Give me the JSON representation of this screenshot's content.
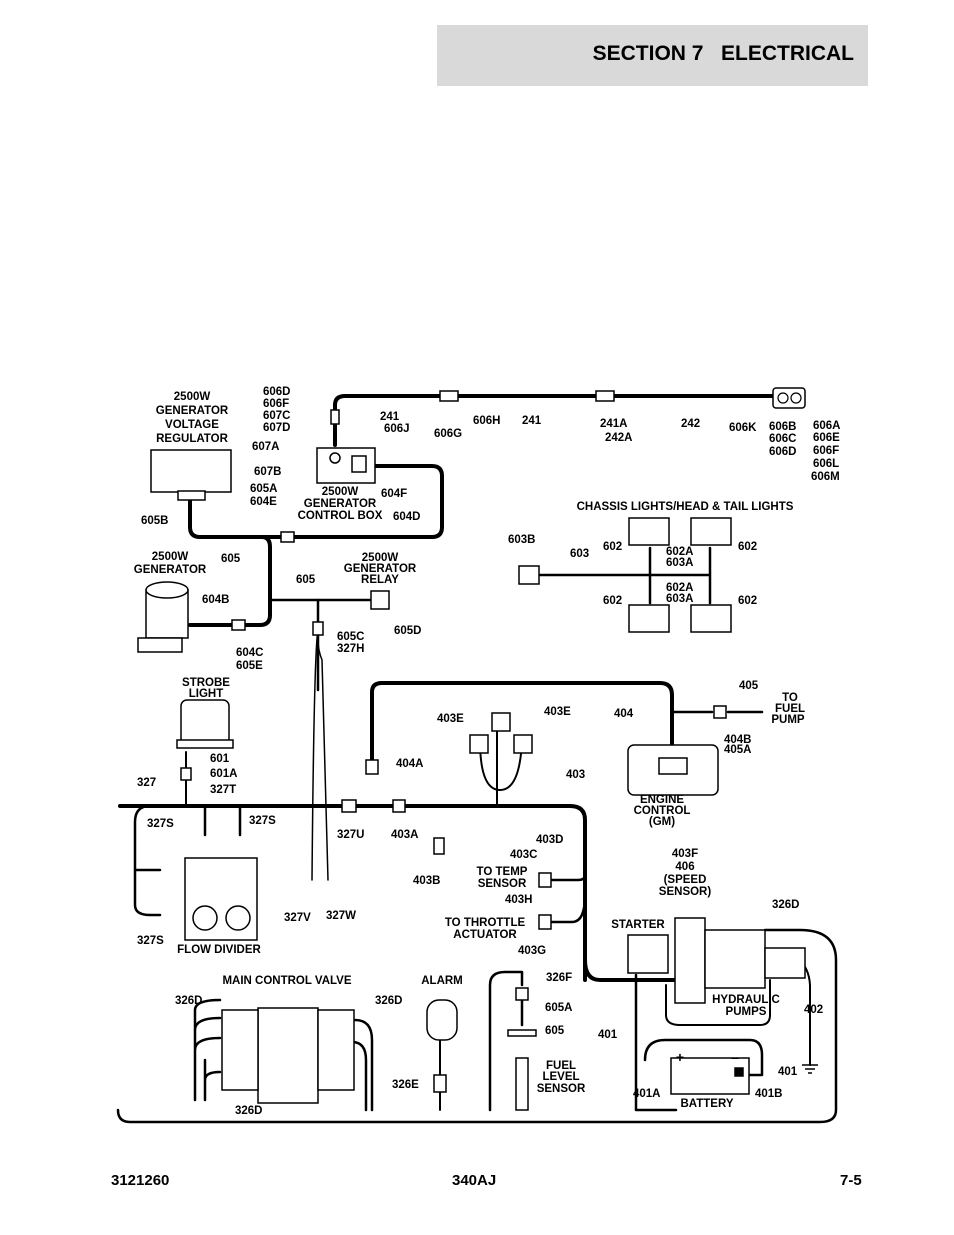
{
  "header": {
    "section": "SECTION 7",
    "title": "ELECTRICAL"
  },
  "footer": {
    "doc_number": "3121260",
    "model": "340AJ",
    "page": "7-5"
  },
  "labels": {
    "gen_voltage_regulator": [
      "2500W",
      "GENERATOR",
      "VOLTAGE",
      "REGULATOR"
    ],
    "gen_control_box": [
      "2500W",
      "GENERATOR",
      "CONTROL BOX"
    ],
    "generator": [
      "2500W",
      "GENERATOR"
    ],
    "gen_relay": [
      "2500W",
      "GENERATOR",
      "RELAY"
    ],
    "chassis_lights": "CHASSIS LIGHTS/HEAD & TAIL LIGHTS",
    "strobe_light": [
      "STROBE",
      "LIGHT"
    ],
    "engine_control": [
      "ENGINE",
      "CONTROL",
      "(GM)"
    ],
    "to_fuel_pump": [
      "TO",
      "FUEL",
      "PUMP"
    ],
    "to_temp_sensor": [
      "TO TEMP",
      "SENSOR"
    ],
    "to_throttle_actuator": [
      "TO THROTTLE",
      "ACTUATOR"
    ],
    "speed_sensor": [
      "403F",
      "406",
      "(SPEED",
      "SENSOR)"
    ],
    "flow_divider": "FLOW DIVIDER",
    "main_control_valve": "MAIN CONTROL VALVE",
    "alarm": "ALARM",
    "fuel_level_sensor": [
      "FUEL",
      "LEVEL",
      "SENSOR"
    ],
    "starter": "STARTER",
    "hydraulic_pumps": [
      "HYDRAULIC",
      "PUMPS"
    ],
    "battery": "BATTERY",
    "battery_plus": "+",
    "battery_minus": "–"
  },
  "wires": {
    "w606d": "606D",
    "w606f": "606F",
    "w607c": "607C",
    "w607d": "607D",
    "w607a": "607A",
    "w607b": "607B",
    "w241": "241",
    "w606j": "606J",
    "w606g": "606G",
    "w606h": "606H",
    "w241b": "241",
    "w241a": "241A",
    "w242a": "242A",
    "w242": "242",
    "w606k": "606K",
    "w606b": "606B",
    "w606c": "606C",
    "w606dd": "606D",
    "w606a": "606A",
    "w606e": "606E",
    "w606ff": "606F",
    "w606l": "606L",
    "w606m": "606M",
    "w605a": "605A",
    "w604e": "604E",
    "w604f": "604F",
    "w604d": "604D",
    "w605b": "605B",
    "w605": "605",
    "w605b2": "605",
    "w604b": "604B",
    "w604c": "604C",
    "w605e": "605E",
    "w605c": "605C",
    "w327h": "327H",
    "w605d": "605D",
    "w603b": "603B",
    "w603": "603",
    "w602a": "602",
    "w602b": "602",
    "w602c": "602",
    "w602d": "602",
    "w602a1": "602A",
    "w603a1": "603A",
    "w602a2": "602A",
    "w603a2": "603A",
    "w601": "601",
    "w601a": "601A",
    "w327t": "327T",
    "w327": "327",
    "w327s1": "327S",
    "w327s2": "327S",
    "w327s3": "327S",
    "w327u": "327U",
    "w403a": "403A",
    "w404a": "404A",
    "w403b": "403B",
    "w327v": "327V",
    "w327w": "327W",
    "w403e1": "403E",
    "w403e2": "403E",
    "w404": "404",
    "w405": "405",
    "w404b": "404B",
    "w405a": "405A",
    "w403": "403",
    "w403d": "403D",
    "w403c": "403C",
    "w403h": "403H",
    "w403g": "403G",
    "w326d1": "326D",
    "w326d2": "326D",
    "w326d3": "326D",
    "w326d4": "326D",
    "w326e": "326E",
    "w326f": "326F",
    "w605a2": "605A",
    "w605f": "605",
    "w401": "401",
    "w401b2": "401",
    "w401a": "401A",
    "w401b": "401B",
    "w402": "402"
  }
}
